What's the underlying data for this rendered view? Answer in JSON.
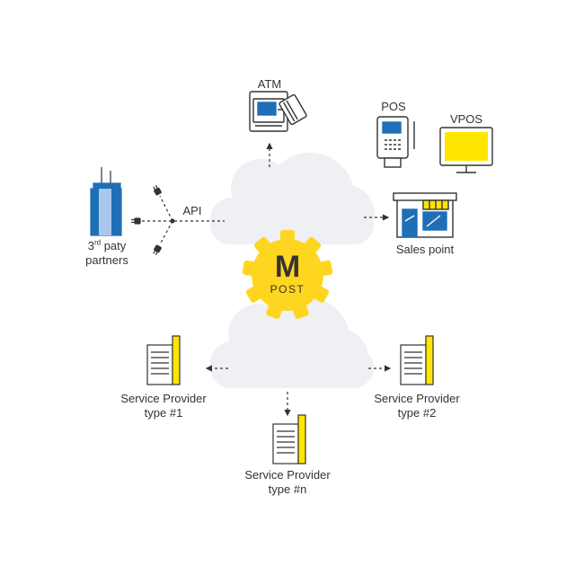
{
  "labels": {
    "atm": "ATM",
    "pos": "POS",
    "vpos": "VPOS",
    "sales_point": "Sales point",
    "api": "API",
    "partners_num": "3",
    "partners_sup": "rd",
    "partners_rest": " paty",
    "partners_line2": "partners",
    "sp1_line1": "Service Provider",
    "sp1_line2": "type #1",
    "sp2_line1": "Service Provider",
    "sp2_line2": "type #2",
    "spn_line1": "Service Provider",
    "spn_line2": "type #n"
  },
  "logo": {
    "letter": "M",
    "word": "POST"
  },
  "colors": {
    "cloud": "#eef0f3",
    "gear": "#ffd61f",
    "blue": "#1f6fb6",
    "yellow": "#ffe600",
    "line": "#333333",
    "text": "#333333"
  },
  "icons": [
    "atm-icon",
    "pos-terminal-icon",
    "vpos-monitor-icon",
    "shop-icon",
    "skyscraper-icon",
    "plug-icon",
    "building-icon"
  ]
}
